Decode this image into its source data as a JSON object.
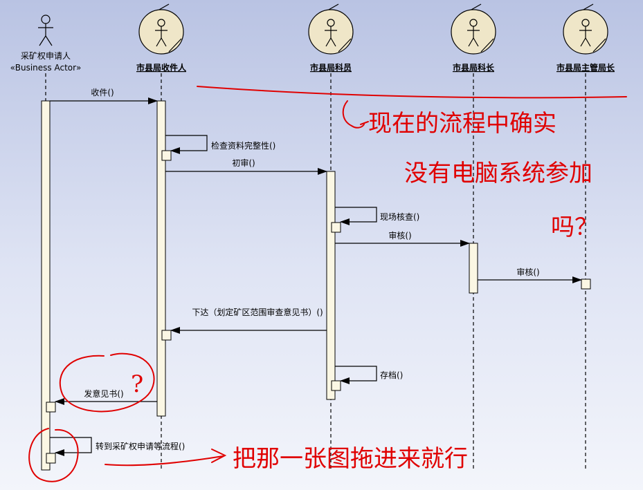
{
  "actors": [
    {
      "name": "采矿权申请人",
      "stereotype": "«Business Actor»",
      "icon": "stick-figure-icon"
    },
    {
      "name": "市县局收件人",
      "icon": "business-worker-icon"
    },
    {
      "name": "市县局科员",
      "icon": "business-worker-icon"
    },
    {
      "name": "市县局科长",
      "icon": "business-worker-icon"
    },
    {
      "name": "市县局主管局长",
      "icon": "business-worker-icon"
    }
  ],
  "messages": [
    {
      "label": "收件()"
    },
    {
      "label": "检查资料完整性()"
    },
    {
      "label": "初审()"
    },
    {
      "label": "现场核查()"
    },
    {
      "label": "审核()"
    },
    {
      "label": "审核()"
    },
    {
      "label": "下达（划定矿区范围审查意见书）()"
    },
    {
      "label": "存档()"
    },
    {
      "label": "发意见书()"
    },
    {
      "label": "转到采矿权申请等流程()"
    }
  ],
  "annotations": {
    "comment_line1": "现在的流程中确实",
    "comment_line2": "没有电脑系统参加",
    "comment_line3": "吗？",
    "question_mark": "?",
    "bottom_note": "把那一张图拖进来就行",
    "ink_color": "#e00000"
  }
}
